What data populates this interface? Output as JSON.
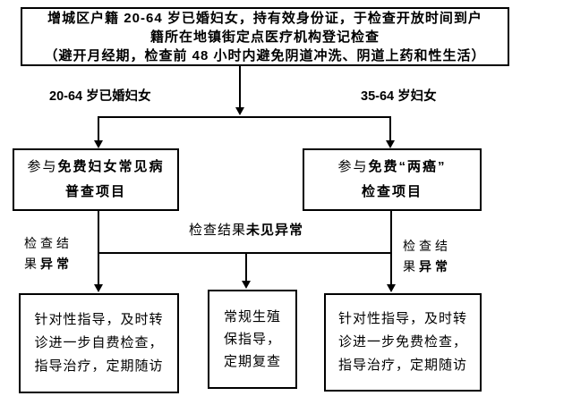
{
  "meta": {
    "background_color": "#ffffff",
    "line_color": "#000000",
    "text_color": "#000000"
  },
  "flowchart": {
    "top_box": {
      "line1": "增城区户籍 20-64 岁已婚妇女，持有效身份证，于检查开放时间到户",
      "line2": "籍所在地镇街定点医疗机构登记检查",
      "line3": "（避开月经期，检查前 48 小时内避免阴道冲洗、阴道上药和性生活）"
    },
    "branch_labels": {
      "left": "20-64 岁已婚妇女",
      "right": "35-64 岁妇女"
    },
    "mid_left_box": {
      "prefix": "参与",
      "bold": "免费妇女常见病",
      "line2": "普查项目"
    },
    "mid_right_box": {
      "prefix": "参与",
      "bold": "免费“两癌”",
      "line2": "检查项目"
    },
    "result_labels": {
      "normal_prefix": "检查结果",
      "normal_bold": "未见异常",
      "abnormal_line1": "检查结",
      "abnormal_line2_prefix": "果",
      "abnormal_line2_bold": "异常"
    },
    "bottom_left_box": {
      "lines": [
        "针对性指导，及时转",
        "诊进一步自费检查，",
        "指导治疗，定期随访"
      ]
    },
    "bottom_center_box": {
      "lines": [
        "常规生殖",
        "保指导，",
        "定期复查"
      ]
    },
    "bottom_right_box": {
      "lines": [
        "针对性指导，及时转",
        "诊进一步免费检查，",
        "指导治疗，定期随访"
      ]
    }
  }
}
